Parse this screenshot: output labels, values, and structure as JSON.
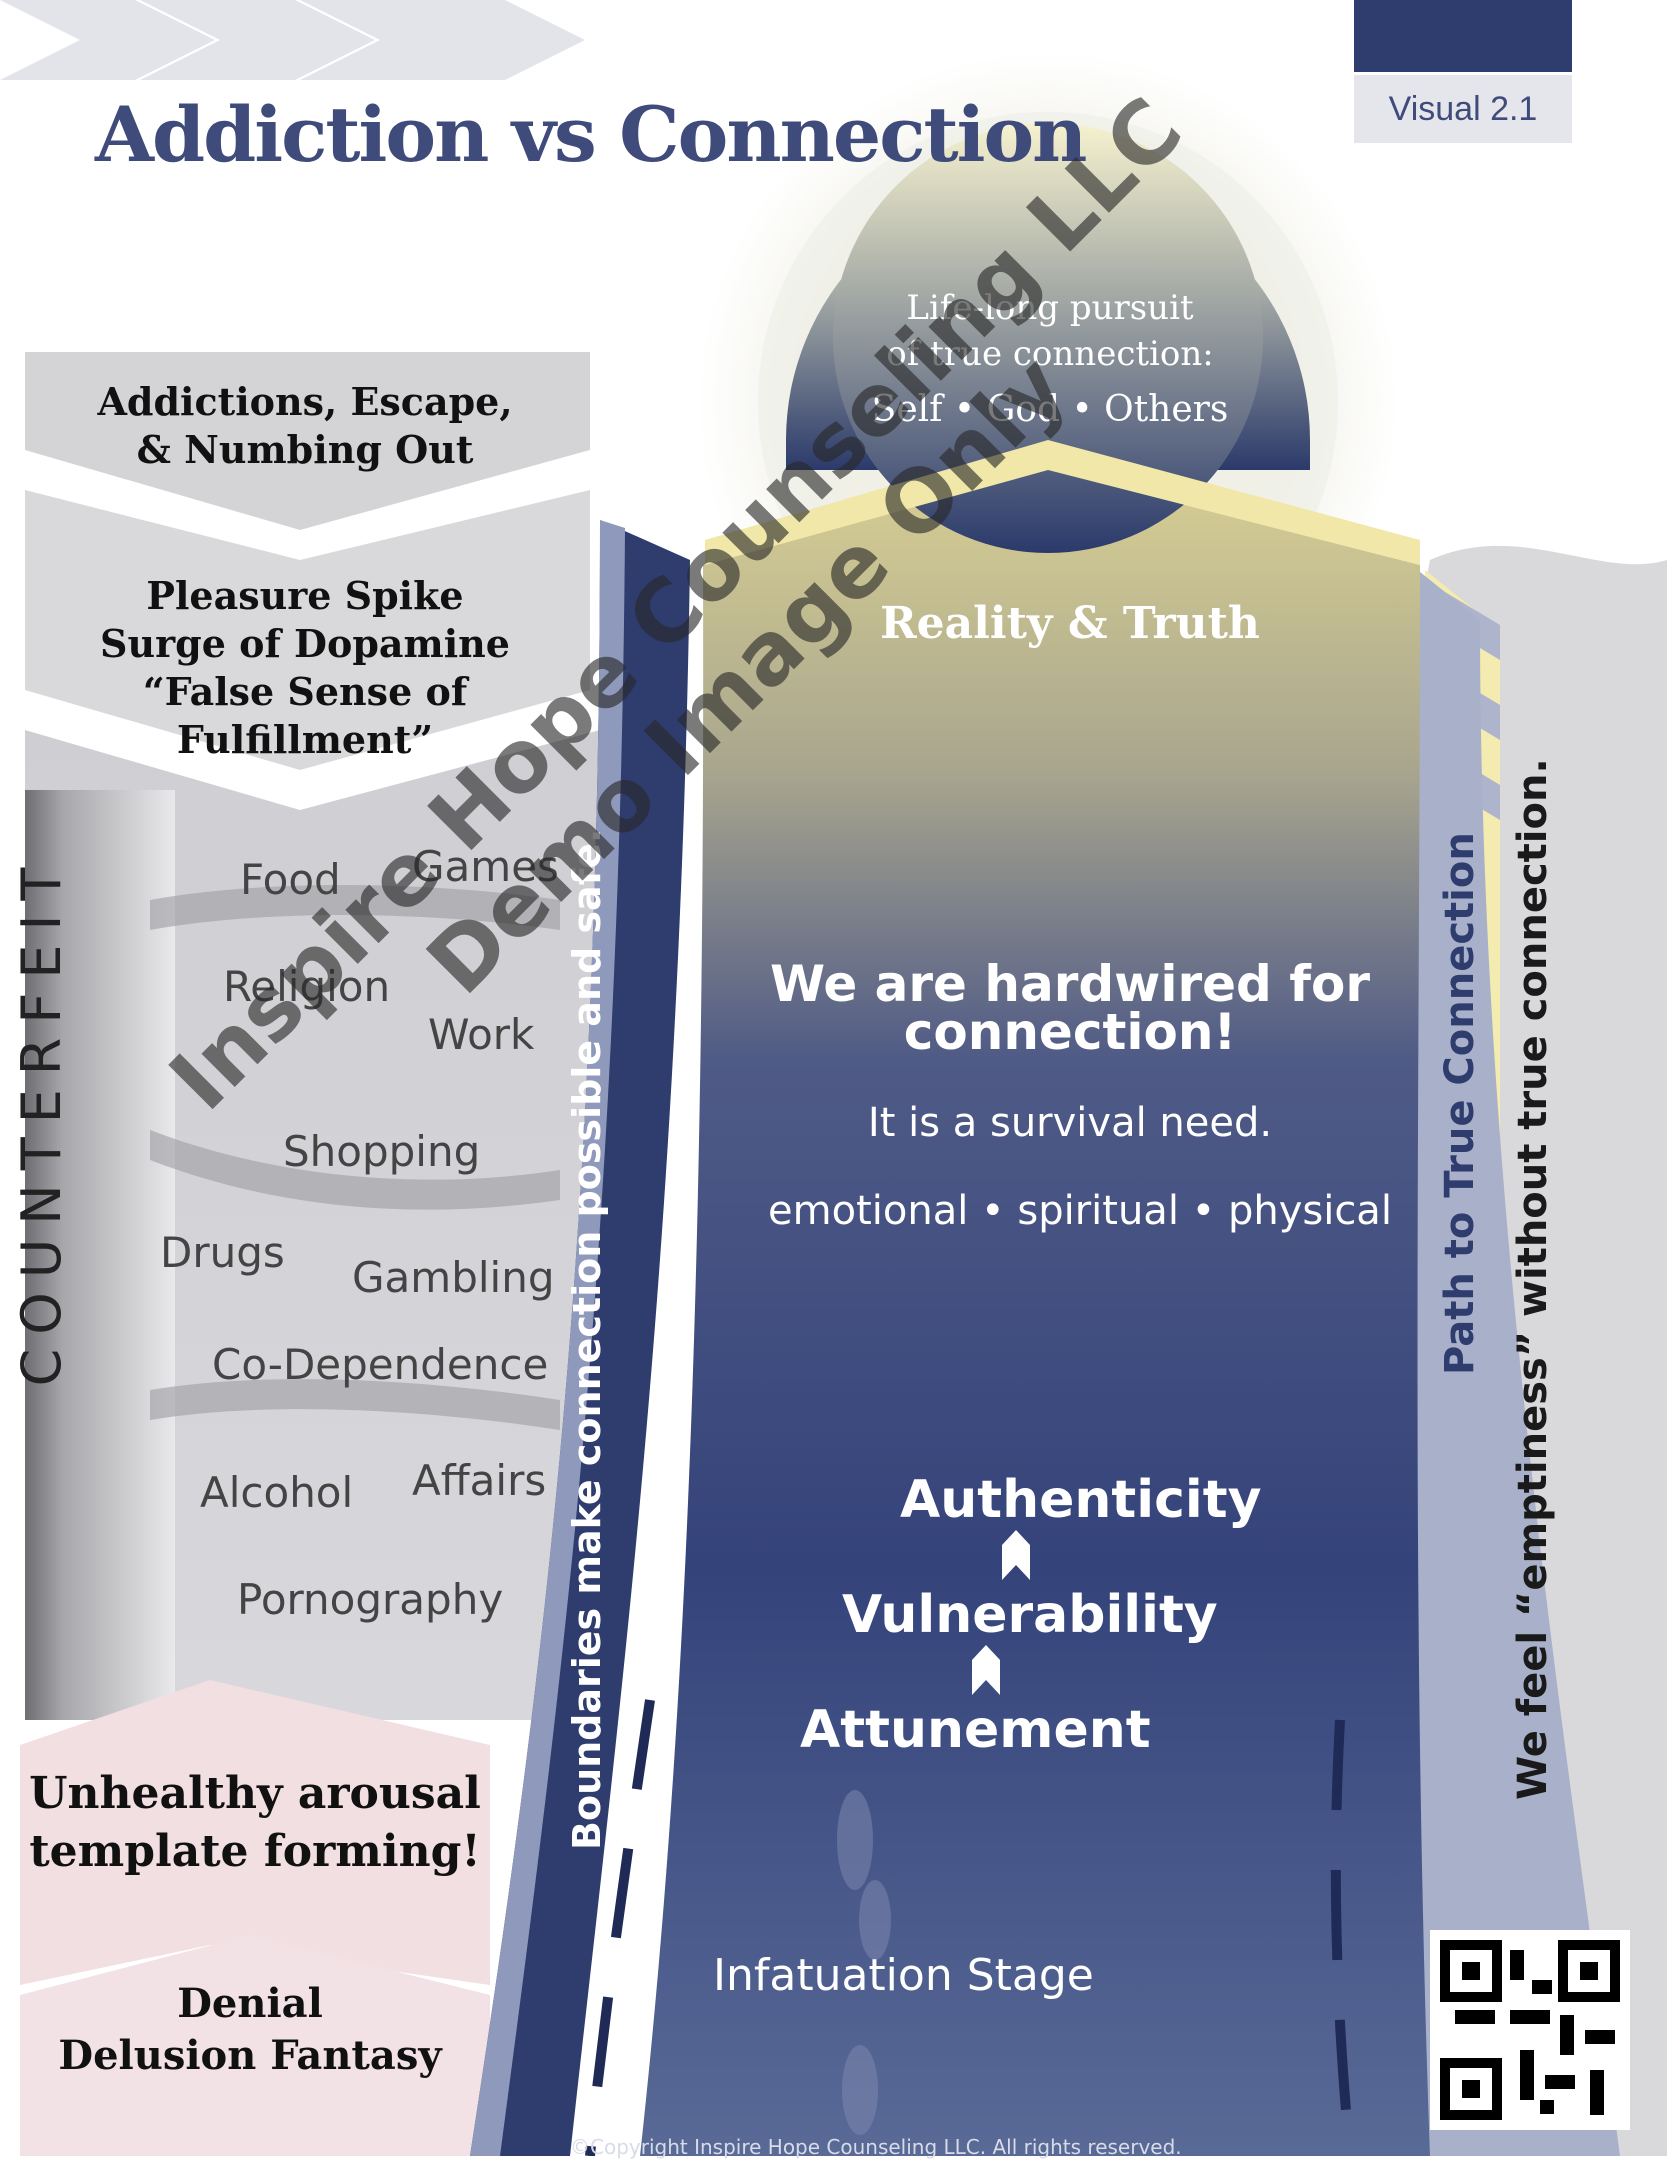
{
  "header": {
    "title": "Addiction vs Connection",
    "badge": "Visual 2.1"
  },
  "circle": {
    "line1": "Life-long pursuit",
    "line2": "of true connection:",
    "line3": "Self • God • Others"
  },
  "left_column": {
    "box1": [
      "Addictions, Escape,",
      "& Numbing Out"
    ],
    "box2": [
      "Pleasure Spike",
      "Surge of Dopamine",
      "“False Sense of Fulfillment”"
    ],
    "counterfeit_label": "COUNTERFEIT",
    "items": [
      "Food",
      "Games",
      "Religion",
      "Work",
      "Shopping",
      "Drugs",
      "Gambling",
      "Co-Dependence",
      "Alcohol",
      "Affairs",
      "Pornography"
    ],
    "pink_box": [
      "Unhealthy arousal",
      "template forming!"
    ],
    "bottom_box": [
      "Denial",
      "Delusion  Fantasy"
    ]
  },
  "center_column": {
    "top": "Reality & Truth",
    "heading_line1": "We are hardwired for",
    "heading_line2": "connection!",
    "subtext": "It is a survival need.",
    "aspects": "emotional • spiritual • physical",
    "stages": [
      "Authenticity",
      "Vulnerability",
      "Attunement"
    ],
    "bottom_stage": "Infatuation Stage",
    "copyright": "©Copyright Inspire Hope Counseling LLC. All rights reserved."
  },
  "left_ribbon": "Boundaries make connection possible and safe.",
  "right_ribbon": "Path to True Connection",
  "right_text": "We feel “emptiness” without true connection.",
  "watermark": {
    "line1": "Inspire Hope Counseling LLC",
    "line2": "Demo Image Only"
  },
  "colors": {
    "navy": "#2e3c6e",
    "yellow": "#f3e9a8",
    "pink": "#f2e1e3",
    "grey": "#d6d6d8"
  },
  "icons": [
    "chevrons-icon",
    "up-arrow-icon",
    "footprints-icon",
    "qr-code-icon"
  ]
}
